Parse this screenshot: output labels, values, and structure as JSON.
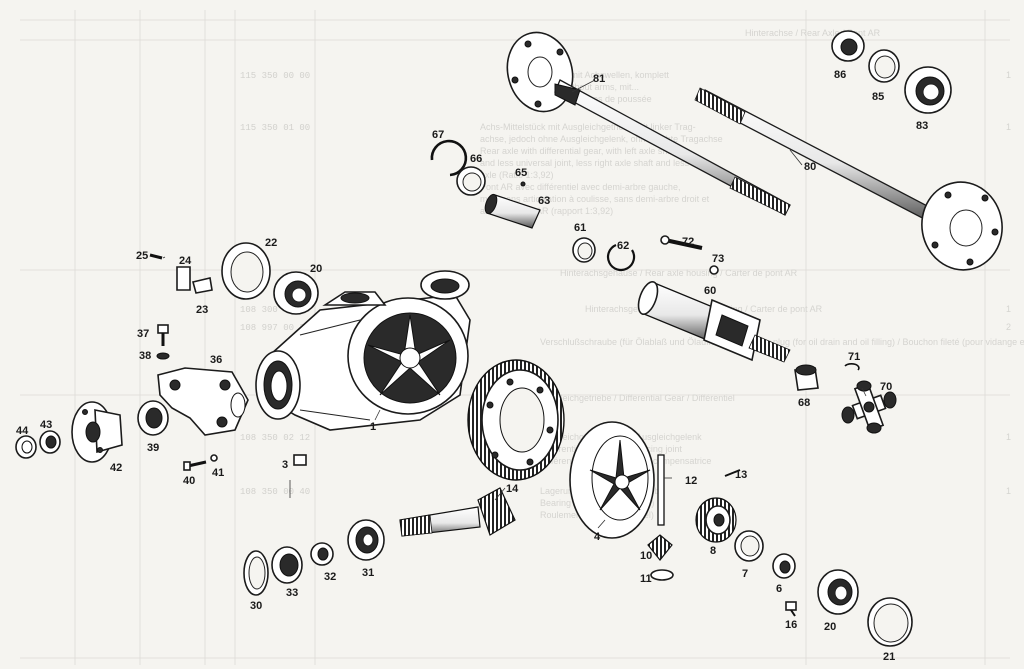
{
  "background_text": {
    "header": "Hinterachse / Rear Axle / Pont AR",
    "lines": [
      {
        "qty": "1",
        "part_no": "115 350 00 00",
        "text": [
          "Hinterachse mit Achswellen, komplett",
          "Rear axle, without arms, mit...",
          "Pont AR avec barres de poussée"
        ]
      },
      {
        "qty": "1",
        "part_no": "115 350 01 00",
        "text": [
          "Achs-Mittelstück mit Ausgleichgetriebe mit linker Trag-",
          "achse, jedoch ohne Ausgleichgelenk, ohne rechte Tragachse",
          "Rear axle with differential gear, with left axle shaft",
          "and less universal joint, less right axle shaft and less rear",
          "axle (Ratio 1:3,92)",
          "Pont AR avec différentiel avec demi-arbre gauche,",
          "mais sans articulation à coulisse, sans demi-arbre droit et",
          "arbre de roue AR (rapport 1:3,92)"
        ]
      }
    ],
    "section_housing": "Hinterachsgehäuse / Rear axle housing / Carter de pont AR",
    "housing_lines": [
      {
        "qty": "1",
        "part_no": "108 300 00 30",
        "text": "Hinterachsgehäuse / Rear axle housing / Carter de pont AR"
      },
      {
        "qty": "2",
        "part_no": "108 997 00 30",
        "text": "Verschlußschraube (für Ölablaß und Ölauffüllung) / Screw plug (for oil drain and oil filling) / Bouchon fileté (pour vidange et remplissage d'huile)"
      }
    ],
    "section_diff": "Ausgleichgetriebe / Differential Gear / Différentiel",
    "diff_lines": [
      {
        "qty": "1",
        "part_no": "108 350 02 12",
        "text": [
          "Ausgleichgetriebe ohne Ausgleichgelenk",
          "Differential gear less balancing joint",
          "Différentiel sans articulation compensatrice"
        ]
      },
      {
        "qty": "1",
        "part_no": "108 350 00 40",
        "text": [
          "Lagerung für Ausgleichgetriebe",
          "Bearing (for differential gear)",
          "Roulement (pour différentiel)"
        ]
      }
    ]
  },
  "callouts": [
    "1",
    "3",
    "4",
    "6",
    "7",
    "8",
    "10",
    "11",
    "12",
    "13",
    "14",
    "16",
    "20",
    "21",
    "22",
    "23",
    "24",
    "25",
    "30",
    "31",
    "32",
    "33",
    "36",
    "37",
    "38",
    "39",
    "40",
    "41",
    "42",
    "43",
    "44",
    "60",
    "61",
    "62",
    "63",
    "65",
    "66",
    "67",
    "68",
    "70",
    "71",
    "72",
    "73",
    "80",
    "81",
    "83",
    "85",
    "86"
  ]
}
